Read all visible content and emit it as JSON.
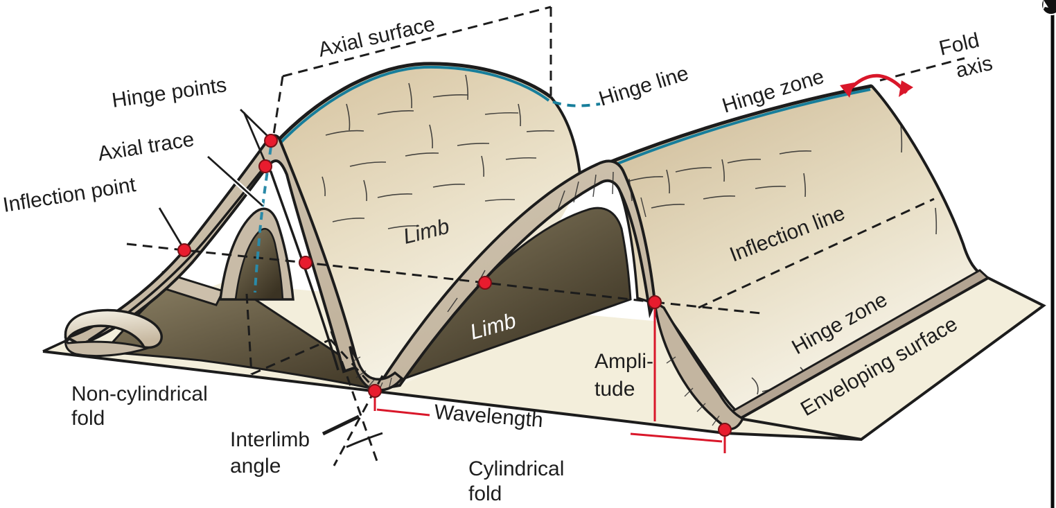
{
  "figure": {
    "type": "geology-fold-terminology-diagram",
    "labels": {
      "axial_surface": "Axial surface",
      "hinge_points": "Hinge points",
      "axial_trace": "Axial trace",
      "inflection_point": "Inflection point",
      "hinge_line": "Hinge line",
      "hinge_zone_top": "Hinge zone",
      "fold_axis": {
        "line1": "Fold",
        "line2": "axis"
      },
      "limb_upper": "Limb",
      "limb_lower": "Limb",
      "inflection_line": "Inflection line",
      "hinge_zone_bottom": "Hinge zone",
      "enveloping_surface": "Enveloping surface",
      "non_cylindrical_fold": {
        "line1": "Non-cylindrical",
        "line2": "fold"
      },
      "interlimb_angle": {
        "line1": "Interlimb",
        "line2": "angle"
      },
      "amplitude": {
        "line1": "Ampli-",
        "line2": "tude"
      },
      "wavelength": "Wavelength",
      "cylindrical_fold": {
        "line1": "Cylindrical",
        "line2": "fold"
      }
    },
    "colors": {
      "hinge_line_teal": "#177e9b",
      "annotation_red": "#d9172a",
      "rock_top_dark": "#d3c09b",
      "rock_top_light": "#f6f2e4",
      "cut_face_tan": "#c8bba7",
      "underside_dark": "#3b3323",
      "underside_light": "#857a5e",
      "enveloping_plane_cream": "#f3eedb",
      "layer_edge_strip": "#b3a492",
      "outline_black": "#1c1c1c"
    }
  }
}
